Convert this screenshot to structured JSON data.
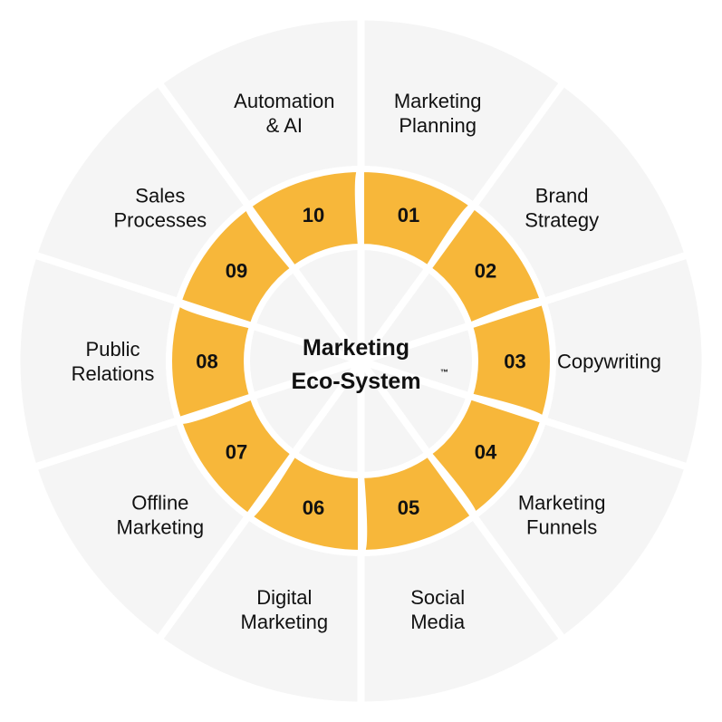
{
  "center": {
    "title_line1": "Marketing",
    "title_line2": "Eco-System",
    "trademark": "™"
  },
  "colors": {
    "outer_segment": "#f5f5f5",
    "petal": "#f7b73a",
    "separator": "#ffffff",
    "text": "#111111"
  },
  "segments": [
    {
      "number": "01",
      "lines": [
        "Marketing",
        "Planning"
      ]
    },
    {
      "number": "02",
      "lines": [
        "Brand",
        "Strategy"
      ]
    },
    {
      "number": "03",
      "lines": [
        "Copywriting"
      ]
    },
    {
      "number": "04",
      "lines": [
        "Marketing",
        "Funnels"
      ]
    },
    {
      "number": "05",
      "lines": [
        "Social",
        "Media"
      ]
    },
    {
      "number": "06",
      "lines": [
        "Digital",
        "Marketing"
      ]
    },
    {
      "number": "07",
      "lines": [
        "Offline",
        "Marketing"
      ]
    },
    {
      "number": "08",
      "lines": [
        "Public",
        "Relations"
      ]
    },
    {
      "number": "09",
      "lines": [
        "Sales",
        "Processes"
      ]
    },
    {
      "number": "10",
      "lines": [
        "Automation",
        "& AI"
      ]
    }
  ]
}
